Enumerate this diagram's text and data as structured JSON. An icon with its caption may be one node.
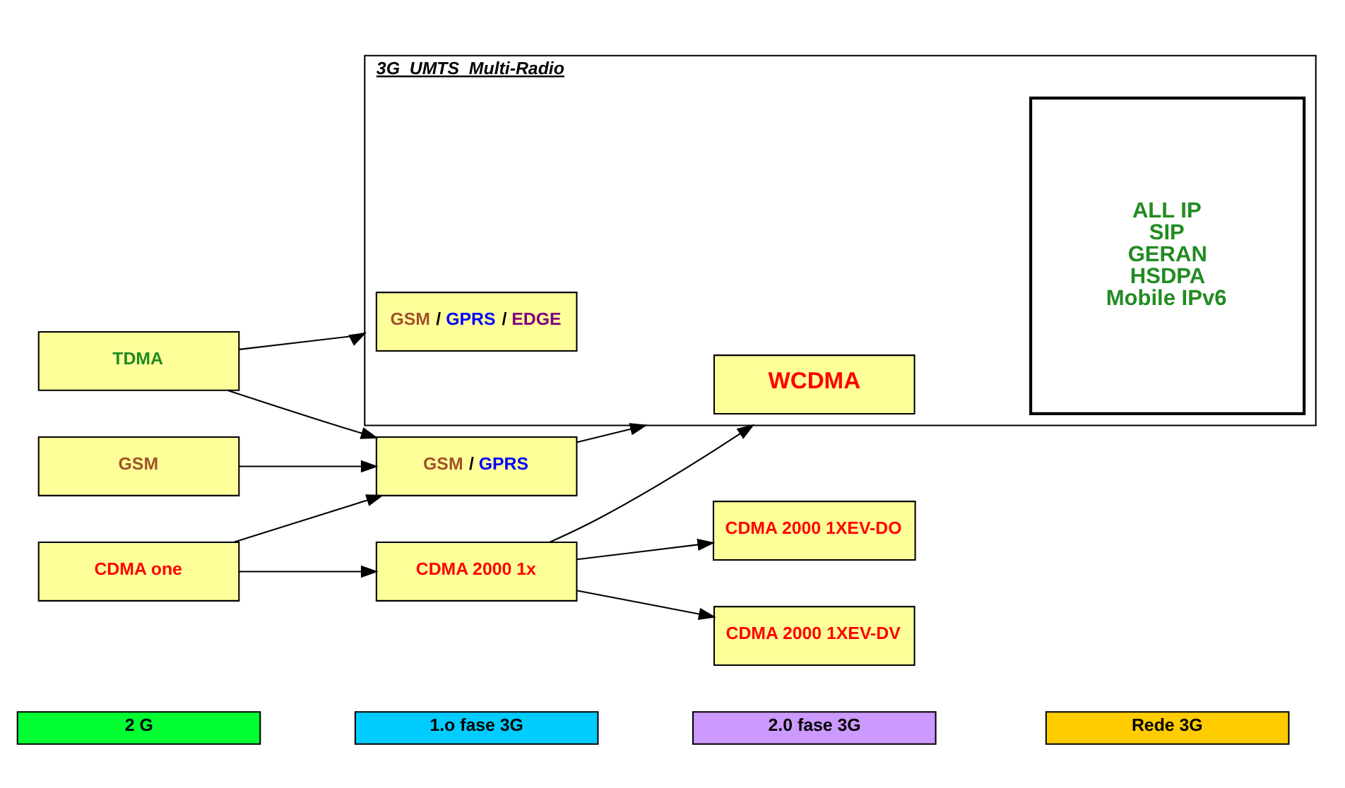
{
  "diagram": {
    "nodes": [
      {
        "text": [
          "TDMA"
        ]
      },
      {
        "text": [
          "GSM"
        ]
      },
      {
        "text": [
          "CDMA one"
        ]
      },
      {
        "text": [
          "GSM / GPRS"
        ]
      },
      {
        "text": [
          "3G  UMTS  Multi-Radio"
        ]
      },
      {
        "text": [
          "GSM / GPRS / EDGE"
        ],
        "in": 4
      },
      {
        "text": [
          "WCDMA"
        ],
        "in": 4
      },
      {
        "text": [
          "ALL IP",
          "SIP",
          "GERAN",
          "HSDPA",
          "Mobile IPv6"
        ],
        "in": 4
      },
      {
        "text": [
          "CDMA 2000 1x"
        ]
      },
      {
        "text": [
          "CDMA 2000 1XEV-DV"
        ]
      },
      {
        "text": [
          "CDMA 2000 1XEV-DO"
        ]
      },
      {
        "text": [
          "2 G"
        ]
      },
      {
        "text": [
          "1.o fase 3G"
        ]
      },
      {
        "text": [
          "2.0 fase 3G"
        ]
      },
      {
        "text": [
          "Rede 3G"
        ]
      }
    ],
    "edges": [
      {
        "from": 0,
        "to": 4,
        "arrow": "to"
      },
      {
        "from": 0,
        "to": 3,
        "arrow": "to"
      },
      {
        "from": 1,
        "to": 3,
        "arrow": "to"
      },
      {
        "from": 2,
        "to": 3,
        "arrow": "to"
      },
      {
        "from": 2,
        "to": 8,
        "arrow": "to"
      },
      {
        "from": 3,
        "to": 4,
        "arrow": "to"
      },
      {
        "from": 8,
        "to": 4,
        "arrow": "to"
      },
      {
        "from": 8,
        "to": 9,
        "arrow": "to"
      },
      {
        "from": 8,
        "to": 10,
        "arrow": "to"
      }
    ]
  }
}
